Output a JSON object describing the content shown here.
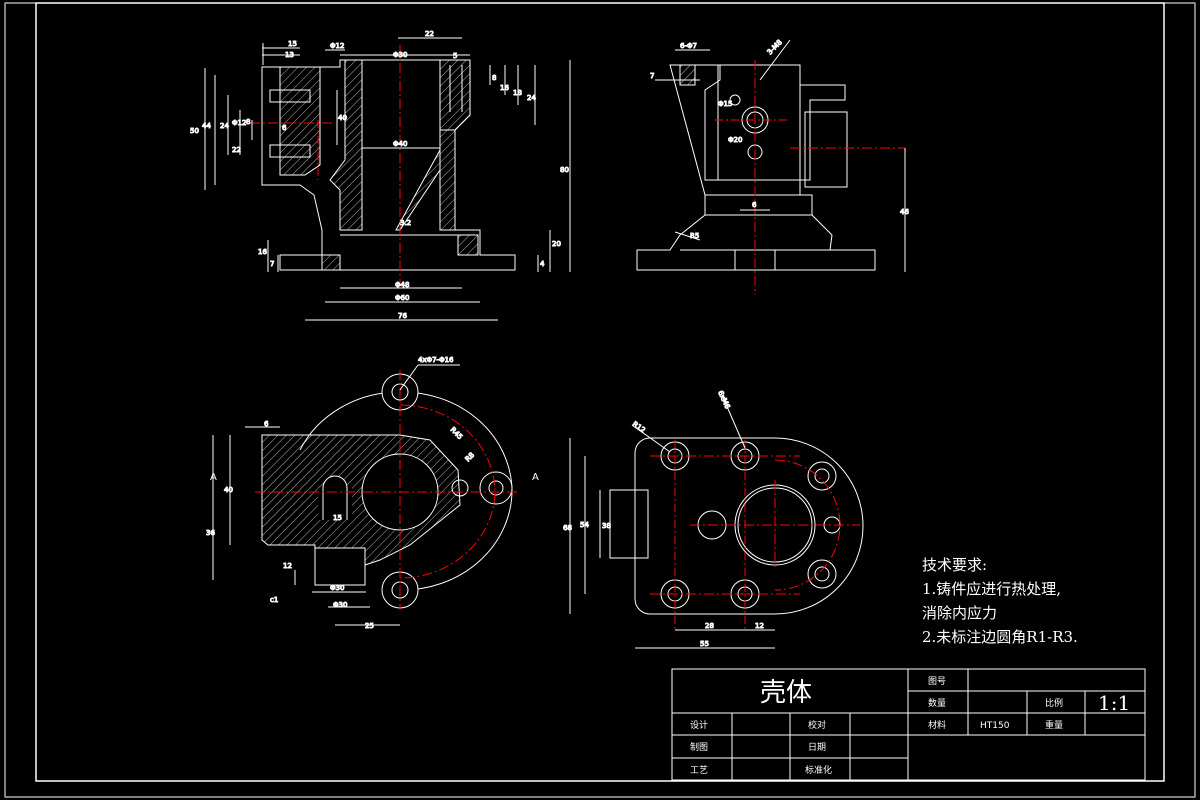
{
  "technical_requirements": {
    "heading": "技术要求:",
    "lines": [
      "1.铸件应进行热处理,",
      "消除内应力",
      "2.未标注边圆角R1-R3."
    ]
  },
  "title_block": {
    "part_name": "壳体",
    "drawing_no_label": "图号",
    "quantity_label": "数量",
    "scale_label": "比例",
    "scale_value": "1:1",
    "material_label": "材料",
    "material_value": "HT150",
    "weight_label": "重量",
    "design_label": "设计",
    "check_label": "校对",
    "drafting_label": "制图",
    "date_label": "日期",
    "process_label": "工艺",
    "standardize_label": "标准化"
  },
  "section_marks": {
    "left": "A",
    "right": "A"
  },
  "front_view_dims": {
    "d15": "15",
    "d13": "13",
    "d012": "Φ12",
    "d030": "Φ30",
    "d22": "22",
    "d5": "5",
    "d50": "50",
    "d44": "44",
    "d24a": "24",
    "d12": "Φ12",
    "d8": "8",
    "d6": "6",
    "d22b": "22",
    "d40": "40",
    "d040": "Φ40",
    "d8r": "8",
    "d16r": "16",
    "d18r": "18",
    "d24r": "24",
    "d80": "80",
    "d20": "20",
    "d16": "16",
    "d7": "7",
    "d048": "Φ48",
    "d060": "Φ60",
    "d76": "76",
    "d32": "3.2",
    "d4r": "4"
  },
  "side_view_dims": {
    "m": "6-Φ7",
    "a": "7",
    "thread": "3-M8",
    "d015": "Φ15",
    "d20": "Φ20",
    "d6": "6",
    "r35": "R5",
    "d46": "46"
  },
  "plan_view_dims": {
    "holes": "4xΦ7-Φ16",
    "r": "R45",
    "r2": "R8",
    "d6": "6",
    "d40": "40",
    "d36": "36",
    "d12": "12",
    "d15": "15",
    "d030": "Φ30",
    "d030b": "Φ30",
    "d25": "25",
    "c1": "c1"
  },
  "bottom_view_dims": {
    "r": "R12",
    "thread": "6xM6",
    "d68": "68",
    "d54": "54",
    "d38": "38",
    "d28": "28",
    "d12": "12",
    "d55": "55"
  }
}
